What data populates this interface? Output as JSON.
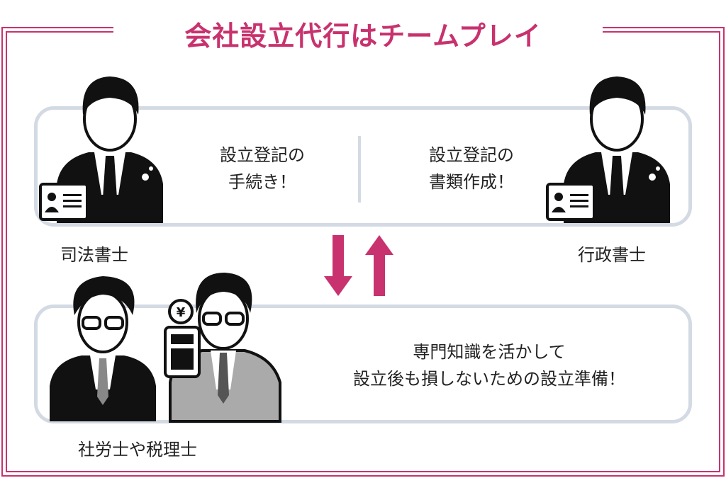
{
  "title": "会社設立代行はチームプレイ",
  "top_box": {
    "left_text": [
      "設立登記の",
      "手続き！"
    ],
    "right_text": [
      "設立登記の",
      "書類作成！"
    ]
  },
  "bottom_box": {
    "text": [
      "専門知識を活かして",
      "設立後も損しないための設立準備！"
    ]
  },
  "labels": {
    "judicial_scrivener": "司法書士",
    "administrative_scrivener": "行政書士",
    "labor_tax": "社労士や税理士"
  },
  "yen_symbol": "¥",
  "colors": {
    "accent": "#c8326e",
    "box_border": "#d4dae3"
  }
}
